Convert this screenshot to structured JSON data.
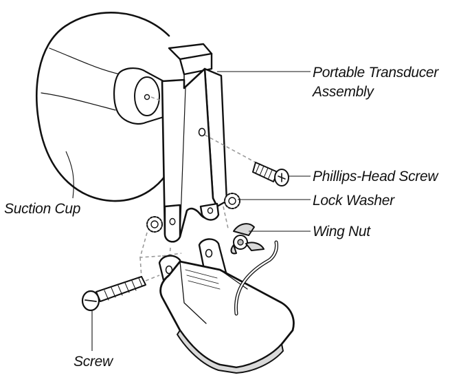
{
  "diagram": {
    "labels": {
      "portable_transducer_line1": "Portable Transducer",
      "portable_transducer_line2": "Assembly",
      "phillips_head_screw": "Phillips-Head Screw",
      "lock_washer": "Lock Washer",
      "wing_nut": "Wing Nut",
      "suction_cup": "Suction Cup",
      "screw": "Screw"
    },
    "colors": {
      "ink": "#111111",
      "dashed_guide": "#999999",
      "shading": "#d9d9d9",
      "background": "#ffffff"
    }
  }
}
